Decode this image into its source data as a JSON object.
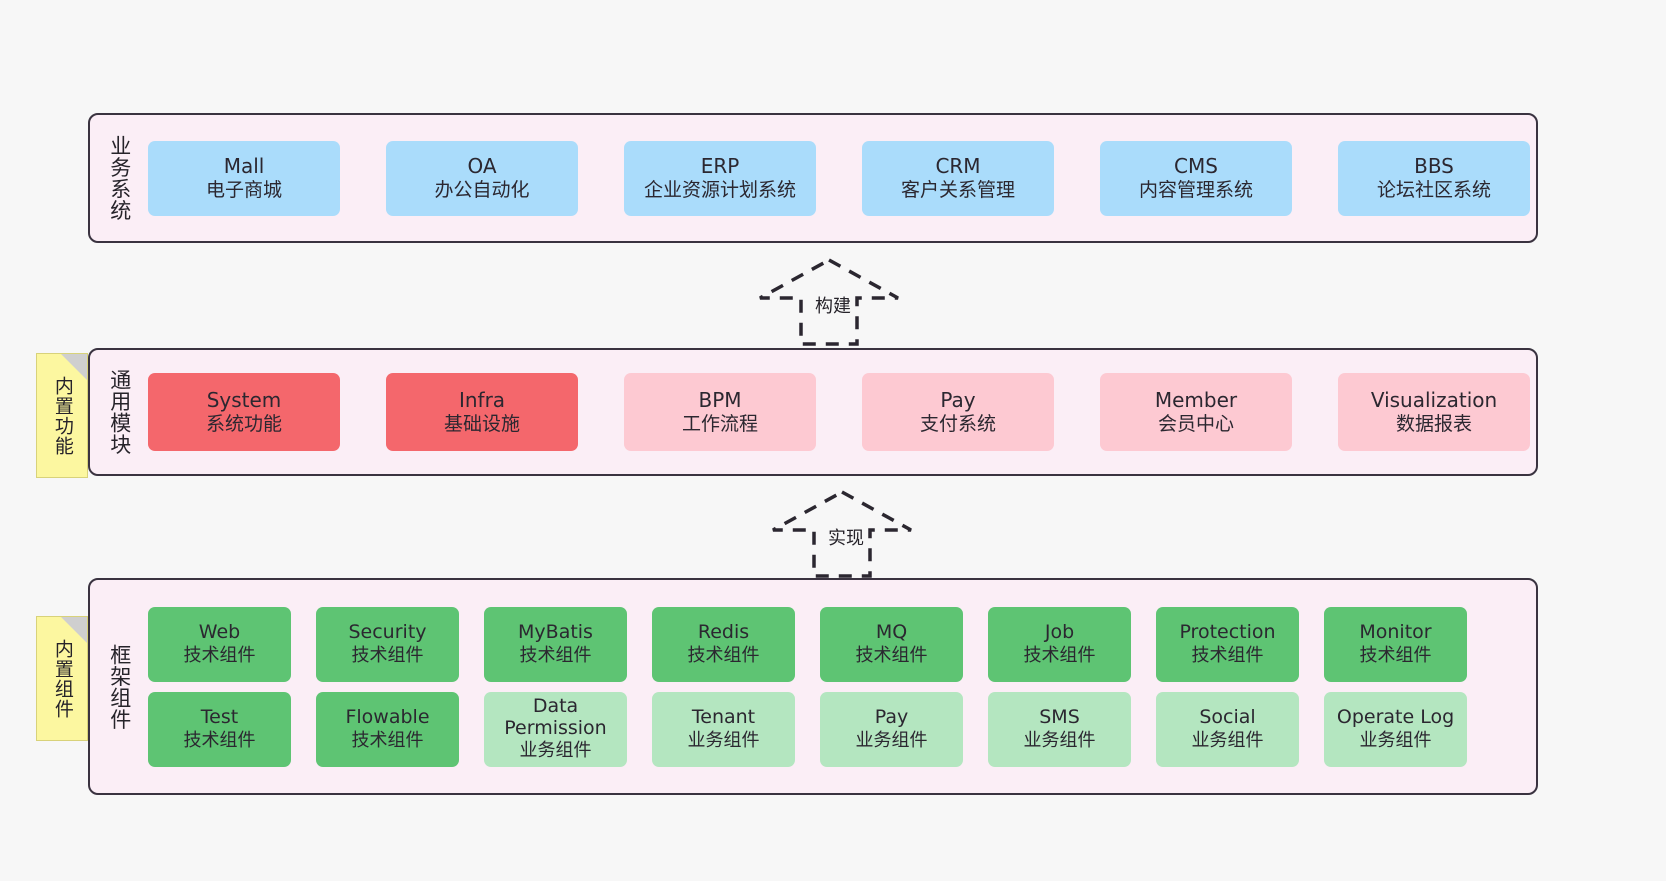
{
  "background_color": "#f7f7f7",
  "layers": [
    {
      "id": "business",
      "title": "业务系统",
      "fill": "#fbeef6",
      "rows": [
        {
          "cards": [
            {
              "en": "Mall",
              "cn": "电子商城",
              "color": "#aadcfb",
              "style": "blue"
            },
            {
              "en": "OA",
              "cn": "办公自动化",
              "color": "#aadcfb",
              "style": "blue"
            },
            {
              "en": "ERP",
              "cn": "企业资源计划系统",
              "color": "#aadcfb",
              "style": "blue"
            },
            {
              "en": "CRM",
              "cn": "客户关系管理",
              "color": "#aadcfb",
              "style": "blue"
            },
            {
              "en": "CMS",
              "cn": "内容管理系统",
              "color": "#aadcfb",
              "style": "blue"
            },
            {
              "en": "BBS",
              "cn": "论坛社区系统",
              "color": "#aadcfb",
              "style": "blue"
            }
          ]
        }
      ]
    },
    {
      "id": "common",
      "title": "通用模块",
      "fill": "#fbeef6",
      "rows": [
        {
          "cards": [
            {
              "en": "System",
              "cn": "系统功能",
              "color": "#f4676c",
              "style": "red"
            },
            {
              "en": "Infra",
              "cn": "基础设施",
              "color": "#f4676c",
              "style": "red"
            },
            {
              "en": "BPM",
              "cn": "工作流程",
              "color": "#fdc9d2",
              "style": "pink"
            },
            {
              "en": "Pay",
              "cn": "支付系统",
              "color": "#fdc9d2",
              "style": "pink"
            },
            {
              "en": "Member",
              "cn": "会员中心",
              "color": "#fdc9d2",
              "style": "pink"
            },
            {
              "en": "Visualization",
              "cn": "数据报表",
              "color": "#fdc9d2",
              "style": "pink"
            }
          ]
        }
      ]
    },
    {
      "id": "framework",
      "title": "框架组件",
      "fill": "#fbeef6",
      "rows": [
        {
          "cards": [
            {
              "en": "Web",
              "cn": "技术组件",
              "color": "#5ec473",
              "style": "green"
            },
            {
              "en": "Security",
              "cn": "技术组件",
              "color": "#5ec473",
              "style": "green"
            },
            {
              "en": "MyBatis",
              "cn": "技术组件",
              "color": "#5ec473",
              "style": "green"
            },
            {
              "en": "Redis",
              "cn": "技术组件",
              "color": "#5ec473",
              "style": "green"
            },
            {
              "en": "MQ",
              "cn": "技术组件",
              "color": "#5ec473",
              "style": "green"
            },
            {
              "en": "Job",
              "cn": "技术组件",
              "color": "#5ec473",
              "style": "green"
            },
            {
              "en": "Protection",
              "cn": "技术组件",
              "color": "#5ec473",
              "style": "green"
            },
            {
              "en": "Monitor",
              "cn": "技术组件",
              "color": "#5ec473",
              "style": "green"
            }
          ]
        },
        {
          "cards": [
            {
              "en": "Test",
              "cn": "技术组件",
              "color": "#5ec473",
              "style": "green"
            },
            {
              "en": "Flowable",
              "cn": "技术组件",
              "color": "#5ec473",
              "style": "green"
            },
            {
              "en": "Data Permission",
              "cn": "业务组件",
              "color": "#b4e6c0",
              "style": "lgreen",
              "wrap": true
            },
            {
              "en": "Tenant",
              "cn": "业务组件",
              "color": "#b4e6c0",
              "style": "lgreen"
            },
            {
              "en": "Pay",
              "cn": "业务组件",
              "color": "#b4e6c0",
              "style": "lgreen"
            },
            {
              "en": "SMS",
              "cn": "业务组件",
              "color": "#b4e6c0",
              "style": "lgreen"
            },
            {
              "en": "Social",
              "cn": "业务组件",
              "color": "#b4e6c0",
              "style": "lgreen"
            },
            {
              "en": "Operate Log",
              "cn": "业务组件",
              "color": "#b4e6c0",
              "style": "lgreen"
            }
          ]
        }
      ]
    }
  ],
  "notes": [
    {
      "id": "builtin-func",
      "text": "内置功能",
      "color": "#fcf7a0"
    },
    {
      "id": "builtin-comp",
      "text": "内置组件",
      "color": "#fcf7a0"
    }
  ],
  "arrows": [
    {
      "id": "build",
      "label": "构建",
      "style": "dashed-hollow-up"
    },
    {
      "id": "impl",
      "label": "实现",
      "style": "dashed-hollow-up"
    }
  ]
}
